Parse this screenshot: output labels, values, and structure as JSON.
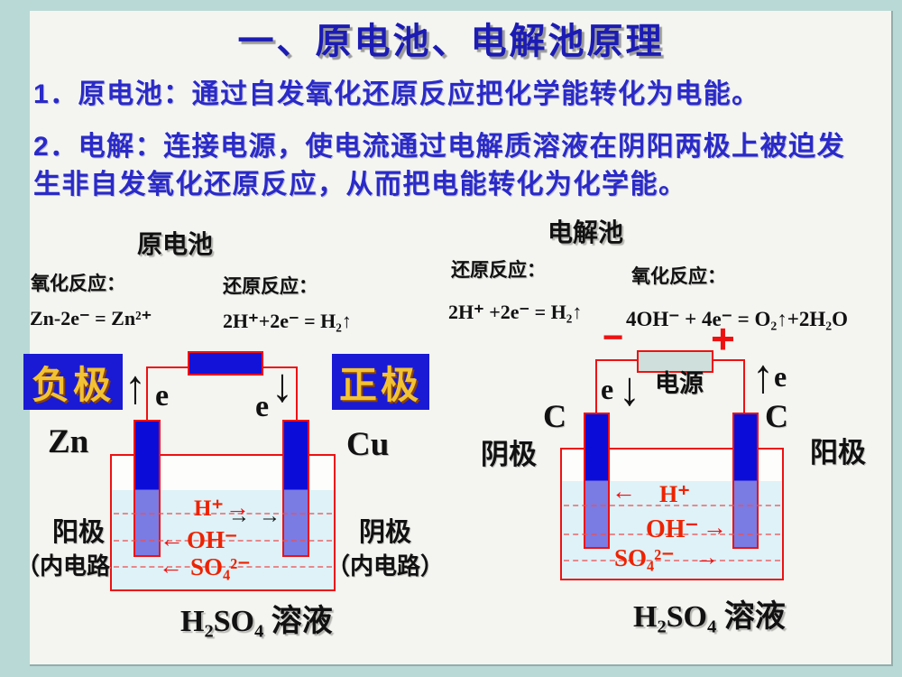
{
  "slide": {
    "title": "一、原电池、电解池原理",
    "intro_line1": "1．原电池：通过自发氧化还原反应把化学能转化为电能。",
    "intro_line2a": "2．电解：连接电源，使电流通过电解质溶液在阴阳两极上被迫发",
    "intro_line2b": "生非自发氧化还原反应，从而把电能转化为化学能。"
  },
  "glyphs": {
    "up_arrow": "↑",
    "down_arrow": "↓",
    "left_arrow": "←",
    "right_arrow": "→"
  },
  "galvanic": {
    "header": "原电池",
    "oxidation_label": "氧化反应：",
    "oxidation_eq": "Zn-2e⁻ = Zn²⁺",
    "reduction_label": "还原反应：",
    "reduction_eq": "2H⁺+2e⁻ = H₂↑",
    "negative_terminal": "负极",
    "positive_terminal": "正极",
    "electron_symbol_left": "e",
    "electron_symbol_right": "e",
    "left_electrode_material": "Zn",
    "right_electrode_material": "Cu",
    "inner_anode_label": "阳极",
    "inner_anode_sub": "（内电路",
    "inner_cathode_label": "阴极",
    "inner_cathode_sub": "（内电路）",
    "ion_h": "H⁺",
    "ion_oh": "OH⁻",
    "ion_so4": "SO₄²⁻",
    "solution_label": "H₂SO₄ 溶液"
  },
  "electrolysis": {
    "header": "电解池",
    "reduction_label": "还原反应：",
    "reduction_eq": "2H⁺ +2e⁻ = H₂↑",
    "oxidation_label": "氧化反应：",
    "oxidation_eq": "4OH⁻ + 4e⁻ = O₂↑+2H₂O",
    "minus_sign": "−",
    "plus_sign": "+",
    "power_supply_label": "电源",
    "electron_symbol_left": "e",
    "electron_symbol_right": "e",
    "left_electrode_material": "C",
    "right_electrode_material": "C",
    "cathode_label": "阴极",
    "anode_label": "阳极",
    "ion_h": "H⁺",
    "ion_oh": "OH⁻",
    "ion_so4": "SO₄²⁻",
    "solution_label": "H₂SO₄ 溶液"
  },
  "colors": {
    "background_frame": "#b9d9d6",
    "slide_background": "#f4f5f1",
    "title_blue": "#1c1cb4",
    "body_blue": "#2a2ac8",
    "wire_red": "#ee1111",
    "electrode_blue": "#0c0cd8",
    "submerged_electrode": "#7b7be4",
    "solution_blue": "#def2f8",
    "terminal_box_blue": "#1a1ad4",
    "terminal_text_gold": "#f2c233",
    "power_box_fill": "#cfe0dc"
  }
}
